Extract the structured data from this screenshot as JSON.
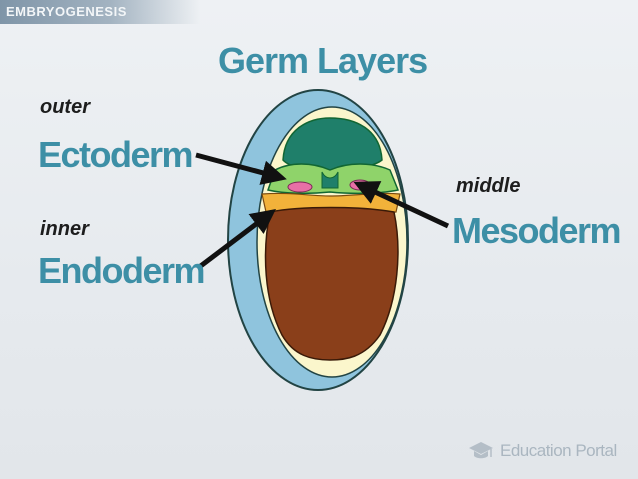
{
  "header": {
    "banner": "EMBRYOGENESIS"
  },
  "title": "Germ Layers",
  "labels": {
    "ectoderm": {
      "qualifier": "outer",
      "name": "Ectoderm"
    },
    "endoderm": {
      "qualifier": "inner",
      "name": "Endoderm"
    },
    "mesoderm": {
      "qualifier": "middle",
      "name": "Mesoderm"
    }
  },
  "colors": {
    "title": "#3d8fa6",
    "outer_shell": "#8fc4dd",
    "inner_shell": "#fbf6cc",
    "ectoderm": "#1f7f6a",
    "mesoderm": "#8fd36a",
    "mesoderm_pink": "#e86fa6",
    "endoderm_band": "#f2b23a",
    "yolk": "#8a3f1a"
  },
  "footer": {
    "logo_text": "Education Portal",
    "logo_icon": "graduation-cap-icon"
  }
}
